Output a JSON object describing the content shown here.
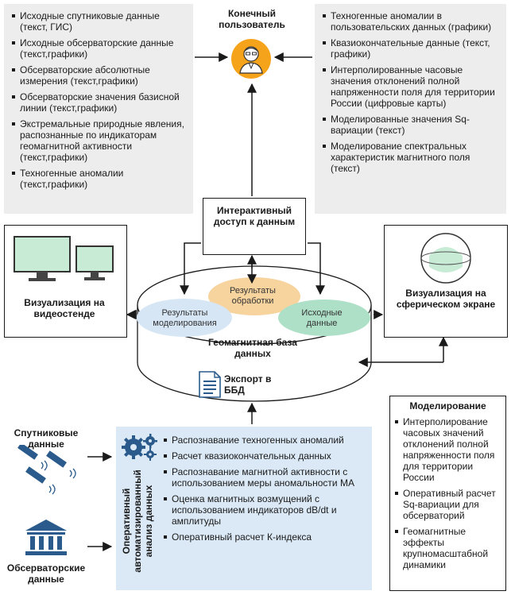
{
  "end_user": {
    "title": "Конечный пользователь"
  },
  "left_list": [
    "Исходные спутниковые данные (текст, ГИС)",
    "Исходные обсерваторские данные (текст,графики)",
    "Обсерваторские абсолютные измерения (текст,графики)",
    "Обсерваторские значения базисной линии (текст,графики)",
    "Экстремальные природные явления, распознанные по индикаторам геомагнитной активности (текст,графики)",
    "Техногенные аномалии (текст,графики)"
  ],
  "right_list": [
    "Техногенные аномалии в пользовательских данных (графики)",
    "Квазиокончательные данные (текст, графики)",
    "Интерполированные часовые значения отклонений полной напряженности поля для территории России (цифровые карты)",
    "Моделированные значения Sq-вариации (текст)",
    "Моделирование спектральных характеристик магнитного поля (текст)"
  ],
  "interactive_access": "Интерактивный доступ к данным",
  "video_wall": "Визуализация на видеостенде",
  "spherical_screen": "Визуализация на сферическом экране",
  "database": {
    "title": "Геомагнитная база данных",
    "processing_results": "Результаты обработки",
    "modeling_results": "Результаты моделирования",
    "source_data": "Исходные данные",
    "export": "Экспорт в ББД"
  },
  "modeling": {
    "title": "Моделирование",
    "items": [
      "Интерполирование часовых значений отклонений полной напряженности поля для территории России",
      "Оперативный расчет Sq-вариации для обсерваторий",
      "Геомагнитные эффекты крупномасштабной динамики"
    ]
  },
  "satellite_data": "Спутниковые данные",
  "observatory_data": "Обсерваторские данные",
  "analysis": {
    "title": "Оперативный автоматизированный анализ данных",
    "items": [
      "Распознавание техногенных аномалий",
      "Расчет квазиокончательных данных",
      "Распознавание магнитной активности с использованием меры аномальности МА",
      "Оценка магнитных возмущений с использованием индикаторов dB/dt и амплитуды",
      "Оперативный расчет К-индекса"
    ]
  },
  "colors": {
    "grey_panel": "#ededed",
    "blue_panel": "#dbe9f6",
    "orange": "#f7d39e",
    "green": "#aee0c8",
    "lightblue": "#d6e6f5",
    "user_icon": "#f5a31a"
  }
}
